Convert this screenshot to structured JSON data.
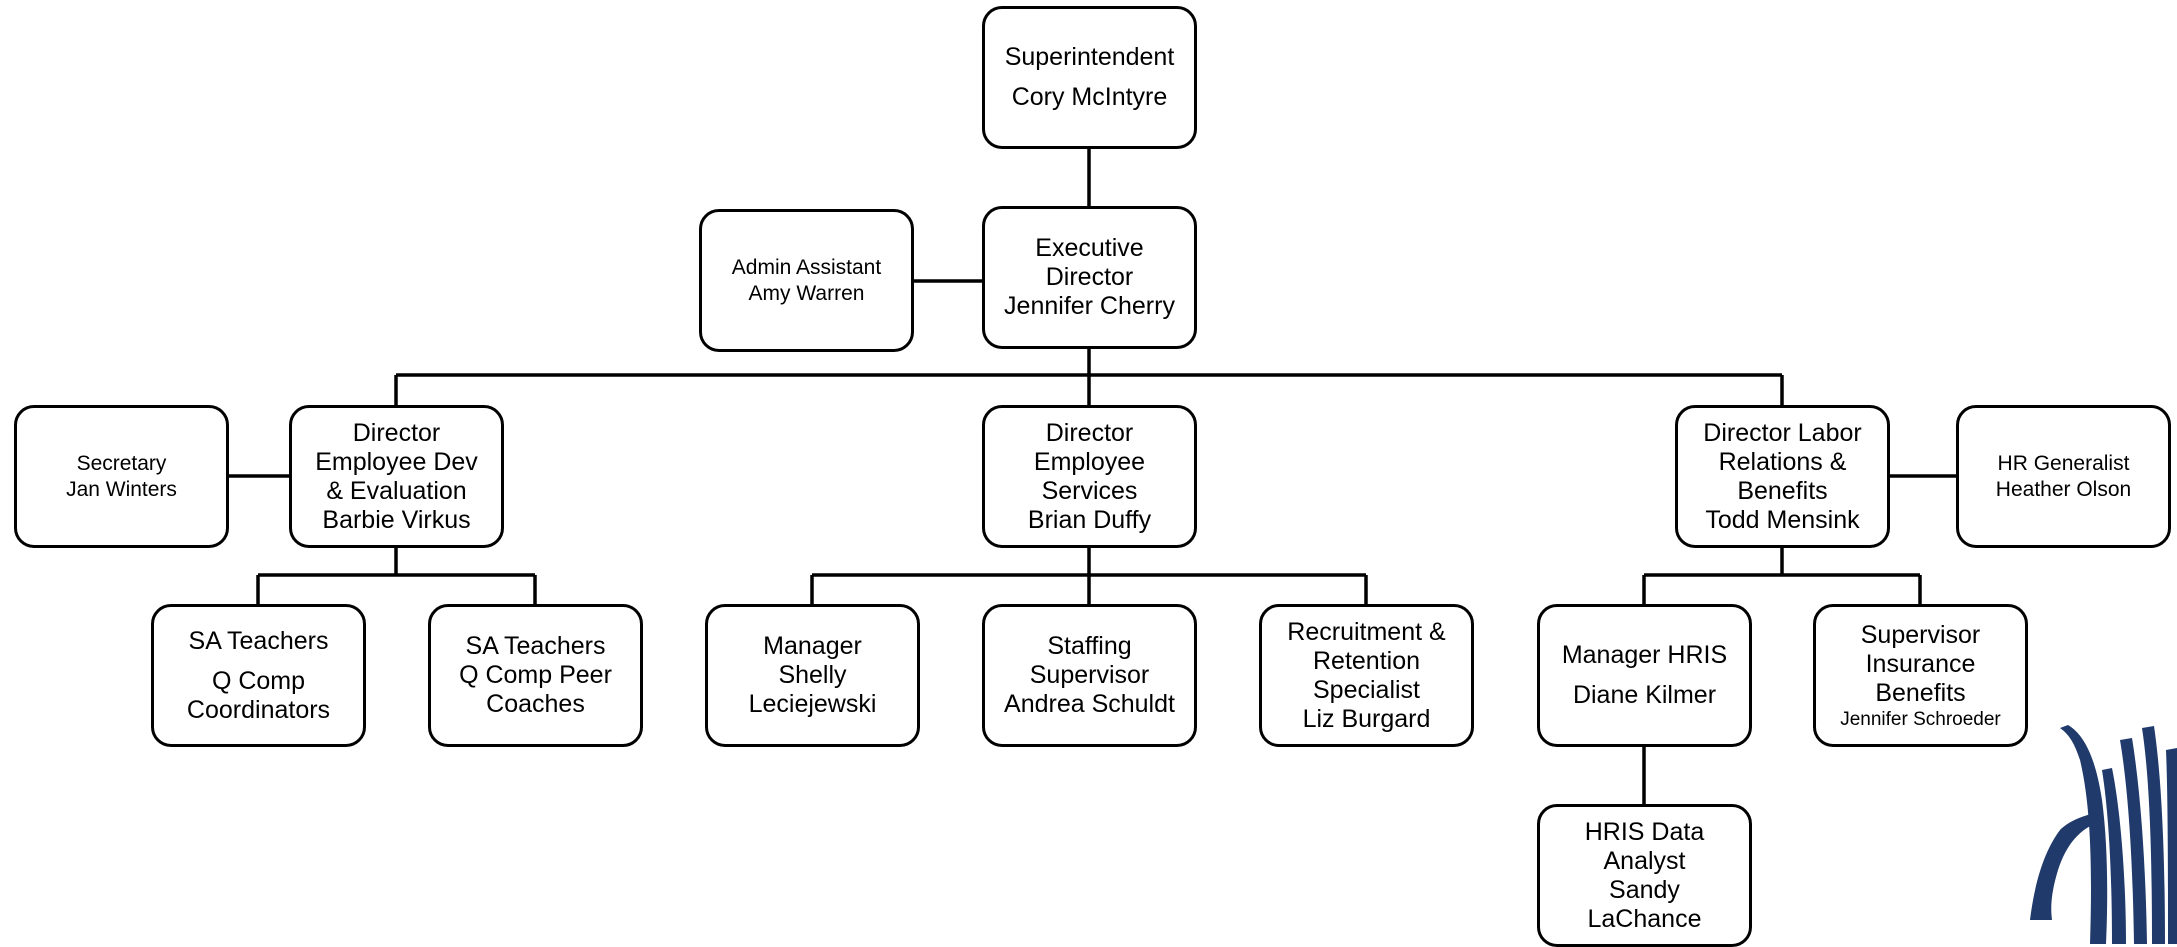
{
  "colors": {
    "box_border": "#000000",
    "connector": "#000000",
    "logo": "#1f3a6b",
    "background": "#ffffff"
  },
  "logo": {
    "icon": "fountain-logo"
  },
  "nodes": {
    "superintendent": [
      "Superintendent",
      "Cory McIntyre"
    ],
    "executive_director": [
      "Executive",
      "Director",
      "Jennifer Cherry"
    ],
    "admin_assistant": [
      "Admin Assistant",
      "Amy Warren"
    ],
    "secretary": [
      "Secretary",
      "Jan Winters"
    ],
    "director_employee_dev": [
      "Director",
      "Employee Dev",
      "& Evaluation",
      "Barbie Virkus"
    ],
    "director_employee_services": [
      "Director",
      "Employee",
      "Services",
      "Brian Duffy"
    ],
    "director_labor_relations": [
      "Director Labor",
      "Relations &",
      "Benefits",
      "Todd Mensink"
    ],
    "hr_generalist": [
      "HR Generalist",
      "Heather Olson"
    ],
    "sa_teachers_coordinators": [
      "SA Teachers",
      "Q Comp",
      "Coordinators"
    ],
    "sa_teachers_peer_coaches": [
      "SA Teachers",
      "Q Comp Peer",
      "Coaches"
    ],
    "manager_shelly": [
      "Manager",
      "Shelly",
      "Leciejewski"
    ],
    "staffing_supervisor": [
      "Staffing",
      "Supervisor",
      "Andrea Schuldt"
    ],
    "recruitment_specialist": [
      "Recruitment &",
      "Retention",
      "Specialist",
      "Liz Burgard"
    ],
    "manager_hris": [
      "Manager HRIS",
      "Diane Kilmer"
    ],
    "supervisor_insurance": [
      "Supervisor",
      "Insurance",
      "Benefits",
      "Jennifer Schroeder"
    ],
    "hris_data_analyst": [
      "HRIS Data",
      "Analyst",
      "Sandy",
      "LaChance"
    ]
  }
}
